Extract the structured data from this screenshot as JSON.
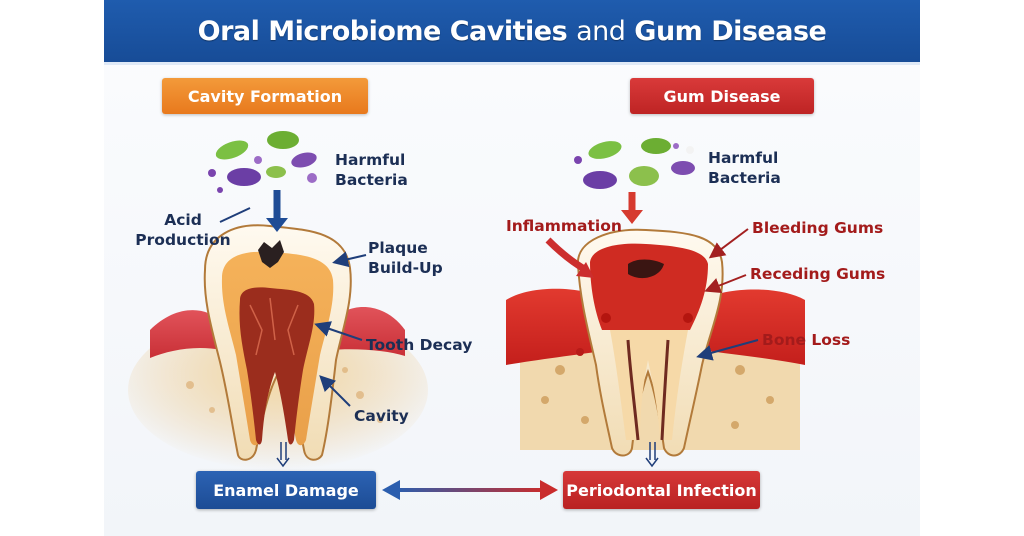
{
  "title": {
    "bold_part_1": "Oral Microbiome Cavities",
    "thin_part": "and",
    "bold_part_2": "Gum Disease"
  },
  "left_panel": {
    "header": "Cavity Formation",
    "labels": {
      "bacteria": [
        "Harmful",
        "Bacteria"
      ],
      "acid": [
        "Acid",
        "Production"
      ],
      "plaque": [
        "Plaque",
        "Build-Up"
      ],
      "decay": "Tooth Decay",
      "cavity": "Cavity"
    },
    "outcome": "Enamel Damage"
  },
  "right_panel": {
    "header": "Gum Disease",
    "labels": {
      "bacteria": [
        "Harmful",
        "Bacteria"
      ],
      "inflammation": "Inflammation",
      "bleeding": "Bleeding Gums",
      "receding": "Receding Gums",
      "bone_loss": "Bone Loss"
    },
    "outcome": "Periodontal Infection"
  },
  "colors": {
    "title_bar": "#1f5cae",
    "cavity_header": "#ee8a2a",
    "gum_header": "#cc2e2e",
    "enamel_box": "#2558a6",
    "perio_box": "#c92c2c",
    "dark_label": "#1c2f55",
    "red_label": "#a31b1b"
  }
}
